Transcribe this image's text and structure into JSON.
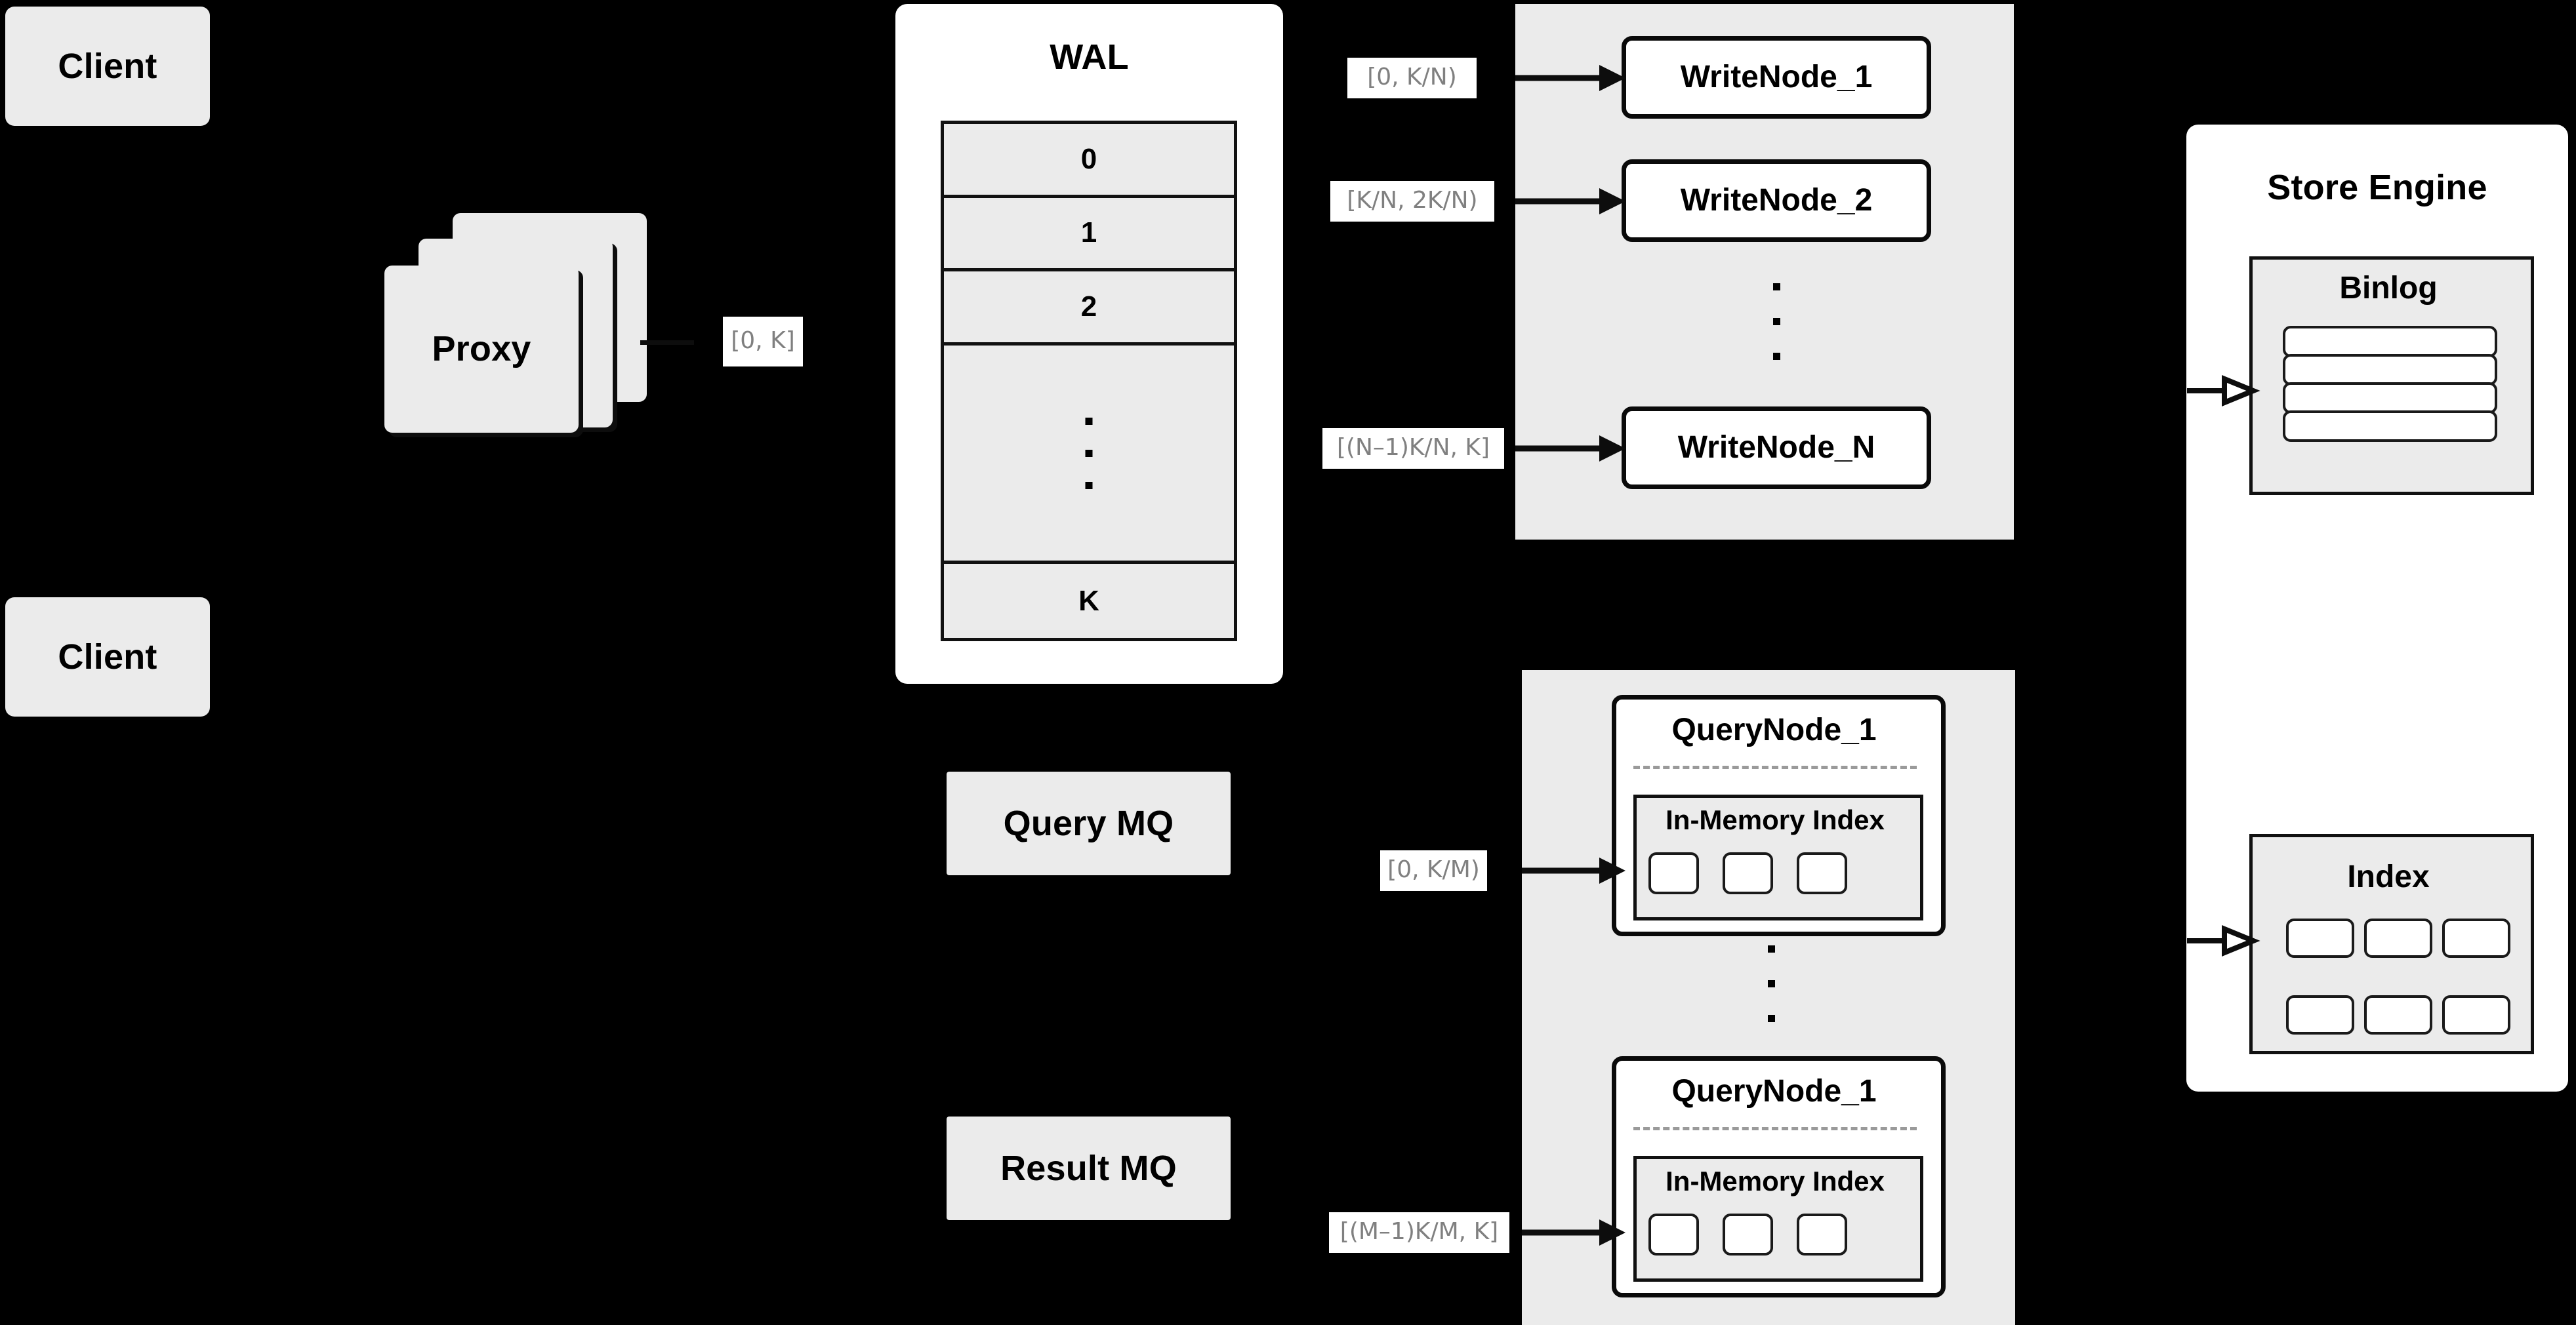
{
  "diagram": {
    "background_color": "#000000",
    "surface_color": "#ffffff",
    "fill_gray": "#ebebeb",
    "stroke_color": "#111111",
    "label_text_color": "#808080"
  },
  "clients": [
    {
      "label": "Client"
    },
    {
      "label": "Client"
    }
  ],
  "proxy": {
    "label": "Proxy",
    "stack_count": 3,
    "out_label": "[0, K]"
  },
  "wal": {
    "title": "WAL",
    "entries": [
      "0",
      "1",
      "2",
      "…",
      "K"
    ],
    "ellipsis_row_index": 3
  },
  "write_cluster": {
    "nodes": [
      {
        "label": "WriteNode_1",
        "range_label": "[0,  K/N)"
      },
      {
        "label": "WriteNode_2",
        "range_label": "[K/N, 2K/N)"
      },
      {
        "label": "WriteNode_N",
        "range_label": "[(N–1)K/N,  K]"
      }
    ],
    "ellipsis_dots": 3
  },
  "query_cluster": {
    "nodes": [
      {
        "label": "QueryNode_1",
        "range_label": "[0, K/M)",
        "index": {
          "title": "In-Memory Index",
          "cell_count": 3
        }
      },
      {
        "label": "QueryNode_1",
        "range_label": "[(M–1)K/M, K]",
        "index": {
          "title": "In-Memory Index",
          "cell_count": 3
        }
      }
    ],
    "ellipsis_dots": 3
  },
  "message_queues": [
    {
      "label": "Query MQ"
    },
    {
      "label": "Result MQ"
    }
  ],
  "store_engine": {
    "title": "Store Engine",
    "binlog": {
      "title": "Binlog",
      "row_count": 4
    },
    "index": {
      "title": "Index",
      "rows": 2,
      "cols": 3,
      "cell_count": 6
    }
  }
}
